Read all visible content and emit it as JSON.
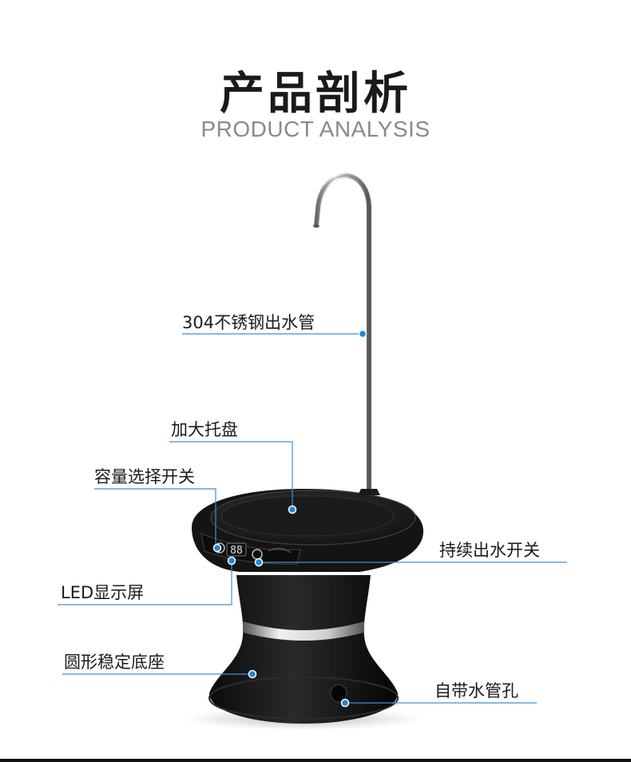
{
  "header": {
    "title": "产品剖析",
    "subtitle": "PRODUCT ANALYSIS"
  },
  "labels": {
    "spout": "304不锈钢出水管",
    "tray": "加大托盘",
    "capacity_switch": "容量选择开关",
    "led_screen": "LED显示屏",
    "base": "圆形稳定底座",
    "continuous_switch": "持续出水开关",
    "hose_hole": "自带水管孔"
  },
  "panel": {
    "led_digits": "88"
  },
  "colors": {
    "accent_dot": "#1e88d8",
    "leader_line": "#3a8fd6",
    "product_body": "#151515"
  }
}
